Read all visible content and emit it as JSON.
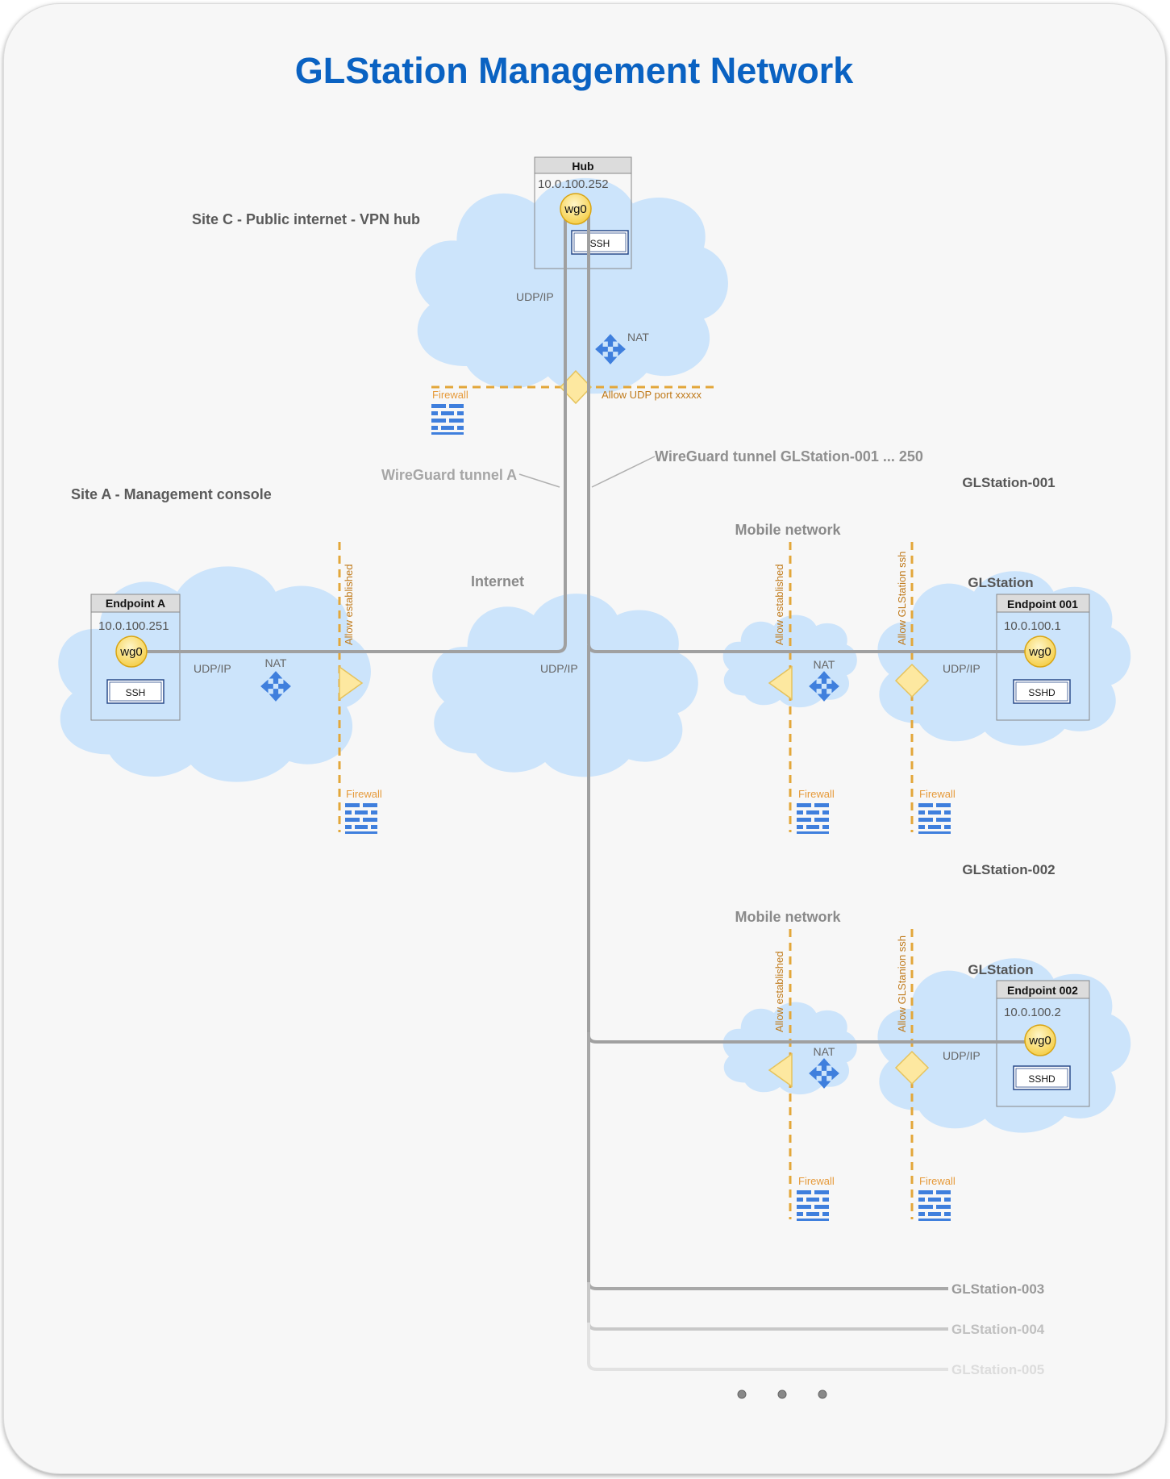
{
  "title": "GLStation Management Network",
  "site_c": {
    "label": "Site C - Public internet - VPN hub",
    "udp": "UDP/IP",
    "nat": "NAT",
    "firewall": "Firewall",
    "rule": "Allow UDP port xxxxx"
  },
  "hub": {
    "name": "Hub",
    "ip": "10.0.100.252",
    "iface": "wg0",
    "service": "SSH"
  },
  "tunnels": {
    "a": "WireGuard tunnel A",
    "gls": "WireGuard tunnel GLStation-001 ... 250"
  },
  "site_a": {
    "label": "Site A - Management console",
    "udp": "UDP/IP",
    "nat": "NAT",
    "firewall": "Firewall",
    "rule": "Allow  established"
  },
  "endpoint_a": {
    "name": "Endpoint A",
    "ip": "10.0.100.251",
    "iface": "wg0",
    "service": "SSH"
  },
  "internet": {
    "label": "Internet",
    "udp": "UDP/IP"
  },
  "station1": {
    "label": "GLStation-001",
    "mobile": "Mobile network",
    "device": "GLStation",
    "name": "Endpoint 001",
    "ip": "10.0.100.1",
    "iface": "wg0",
    "service": "SSHD",
    "nat": "NAT",
    "udp": "UDP/IP",
    "fw1": "Firewall",
    "fw2": "Firewall",
    "rule1": "Allow  established",
    "rule2": "Allow  GLStation ssh"
  },
  "station2": {
    "label": "GLStation-002",
    "mobile": "Mobile network",
    "device": "GLStation",
    "name": "Endpoint 002",
    "ip": "10.0.100.2",
    "iface": "wg0",
    "service": "SSHD",
    "nat": "NAT",
    "udp": "UDP/IP",
    "fw1": "Firewall",
    "fw2": "Firewall",
    "rule1": "Allow  established",
    "rule2": "Allow  GLStanion ssh"
  },
  "more_stations": [
    "GLStation-003",
    "GLStation-004",
    "GLStation-005"
  ],
  "colors": {
    "title": "#0a62c2",
    "cloud": "#cce4fb",
    "firewall": "#e3a73a",
    "brick": "#3f7fdd",
    "line": "#9a9a9a"
  }
}
